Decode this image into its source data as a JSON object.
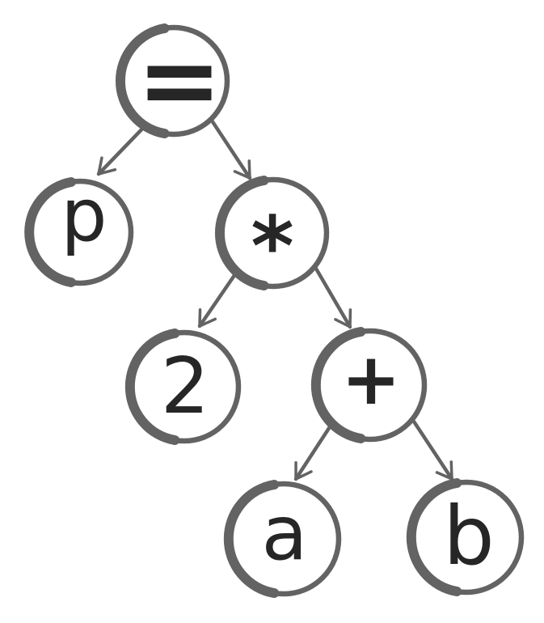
{
  "tree": {
    "nodes": [
      {
        "id": "assign",
        "label": "="
      },
      {
        "id": "var-p",
        "label": "p"
      },
      {
        "id": "multiply",
        "label": "*"
      },
      {
        "id": "const-2",
        "label": "2"
      },
      {
        "id": "add",
        "label": "+"
      },
      {
        "id": "var-a",
        "label": "a"
      },
      {
        "id": "var-b",
        "label": "b"
      }
    ],
    "edges": [
      {
        "from": "assign",
        "to": "var-p"
      },
      {
        "from": "assign",
        "to": "multiply"
      },
      {
        "from": "multiply",
        "to": "const-2"
      },
      {
        "from": "multiply",
        "to": "add"
      },
      {
        "from": "add",
        "to": "var-a"
      },
      {
        "from": "add",
        "to": "var-b"
      }
    ]
  },
  "colors": {
    "stroke": "#636363",
    "text": "#262626",
    "background": "#ffffff"
  }
}
